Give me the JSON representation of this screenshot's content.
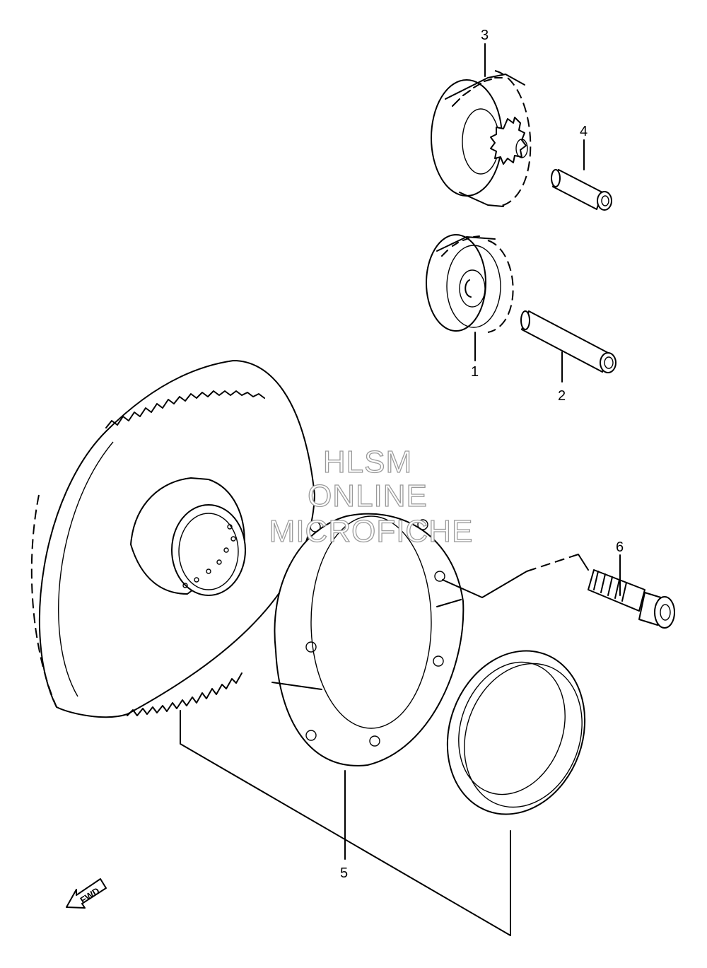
{
  "watermark": {
    "line1": "HLSM",
    "line2": "ONLINE",
    "line3": "MICROFICHE"
  },
  "fwd_label": "FWD",
  "callouts": [
    "1",
    "2",
    "3",
    "4",
    "5",
    "6"
  ],
  "colors": {
    "line": "#000000",
    "background": "#ffffff",
    "watermark_outline": "#9a9a9a"
  }
}
